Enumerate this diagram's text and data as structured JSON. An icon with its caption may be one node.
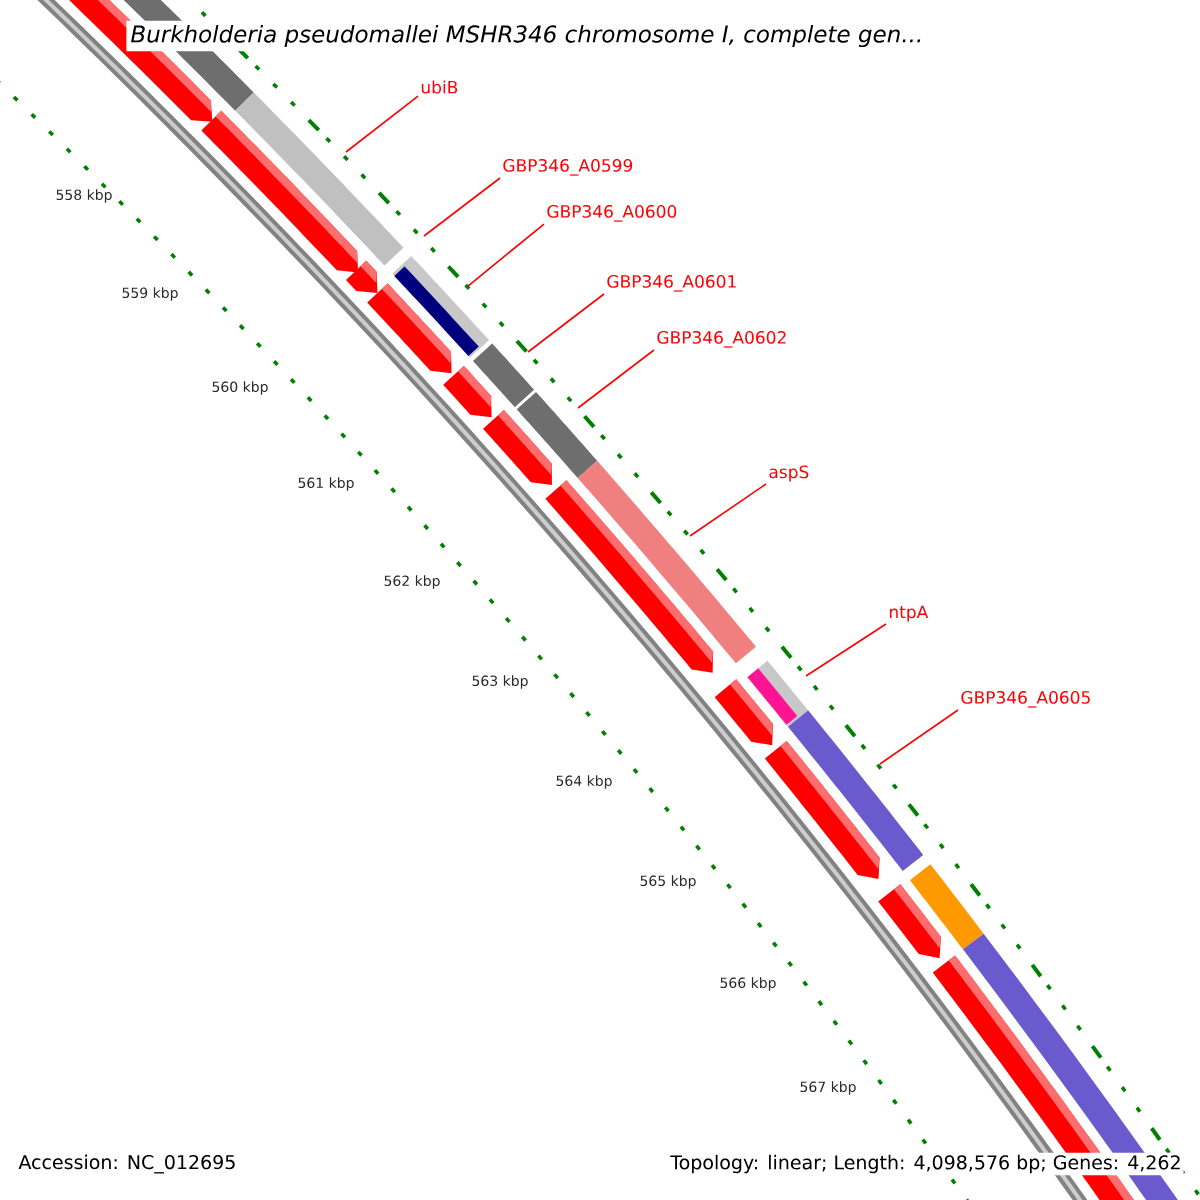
{
  "diagram": {
    "title": "Burkholderia pseudomallei MSHR346 chromosome I, complete gen...",
    "nodes": [
      {
        "text": [
          "ubiB"
        ]
      },
      {
        "text": [
          "GBP346_A0599"
        ]
      },
      {
        "text": [
          "GBP346_A0600"
        ]
      },
      {
        "text": [
          "GBP346_A0601"
        ]
      },
      {
        "text": [
          "GBP346_A0602"
        ]
      },
      {
        "text": [
          "aspS"
        ]
      },
      {
        "text": [
          "ntpA"
        ]
      },
      {
        "text": [
          "GBP346_A0605"
        ]
      }
    ],
    "edges": [
      {
        "from": 0,
        "to": null,
        "arrow": "none"
      },
      {
        "from": 1,
        "to": null,
        "arrow": "none"
      },
      {
        "from": 2,
        "to": null,
        "arrow": "none"
      },
      {
        "from": 3,
        "to": null,
        "arrow": "none"
      },
      {
        "from": 4,
        "to": null,
        "arrow": "none"
      },
      {
        "from": 5,
        "to": null,
        "arrow": "none"
      },
      {
        "from": 6,
        "to": null,
        "arrow": "none"
      },
      {
        "from": 7,
        "to": null,
        "arrow": "none"
      }
    ],
    "labels": [
      "558 kbp",
      "559 kbp",
      "560 kbp",
      "561 kbp",
      "562 kbp",
      "563 kbp",
      "564 kbp",
      "565 kbp",
      "566 kbp",
      "567 kbp",
      "Accession: NC_012695",
      "Topology: linear; Length: 4,098,576 bp; Genes: 4,262"
    ]
  }
}
